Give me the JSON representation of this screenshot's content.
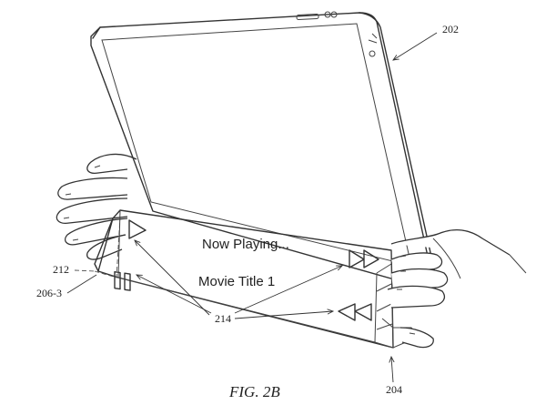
{
  "labels": {
    "tablet": "202",
    "cover": "204",
    "segment": "206-3",
    "edge": "212",
    "controls": "214"
  },
  "screen": {
    "line1": "Now Playing...",
    "line2": "Movie Title 1"
  },
  "caption": "FIG. 2B"
}
